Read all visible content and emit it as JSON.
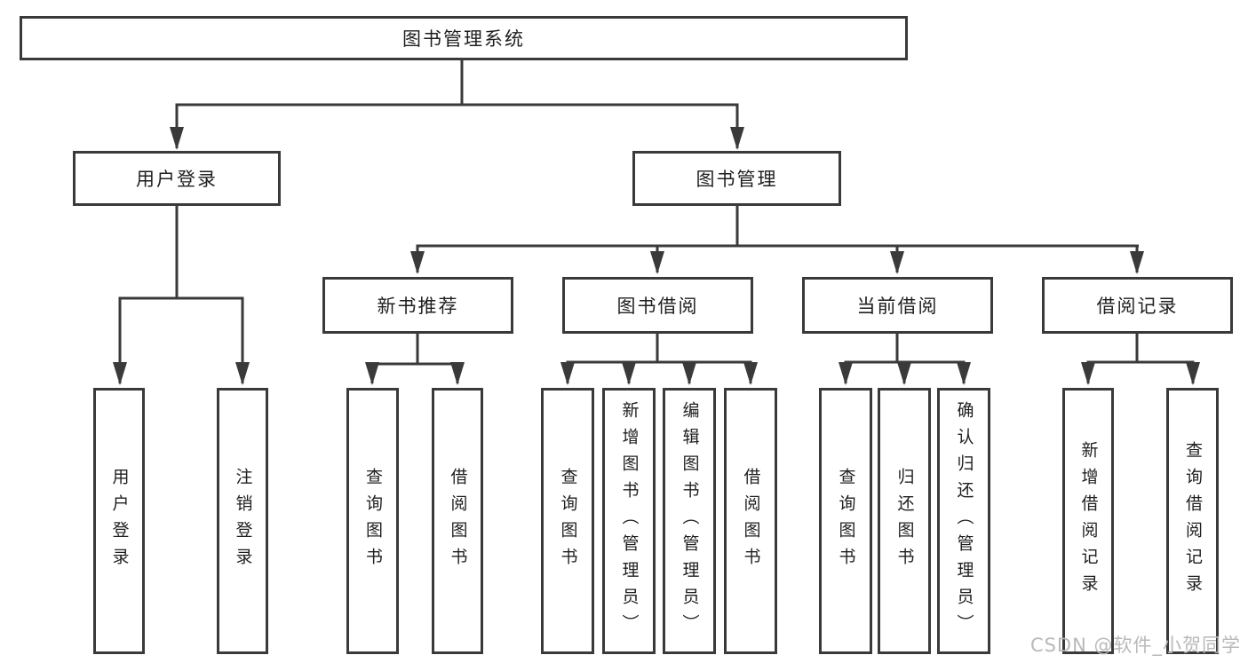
{
  "page": {
    "background": "#ffffff",
    "line_color": "#3a3a3a",
    "text_color": "#1f1f1f"
  },
  "tree": {
    "root": "图书管理系统",
    "branches": [
      {
        "label": "用户登录",
        "children": [
          "用户登录",
          "注销登录"
        ]
      },
      {
        "label": "图书管理",
        "sections": [
          {
            "label": "新书推荐",
            "children": [
              "查询图书",
              "借阅图书"
            ]
          },
          {
            "label": "图书借阅",
            "children": [
              "查询图书",
              "新增图书（管理员）",
              "编辑图书（管理员）",
              "借阅图书"
            ]
          },
          {
            "label": "当前借阅",
            "children": [
              "查询图书",
              "归还图书",
              "确认归还（管理员）"
            ]
          },
          {
            "label": "借阅记录",
            "children": [
              "新增借阅记录",
              "查询借阅记录"
            ]
          }
        ]
      }
    ]
  },
  "watermark": {
    "text": "CSDN @软件_小贺同学",
    "color": "#b9b9b9"
  }
}
